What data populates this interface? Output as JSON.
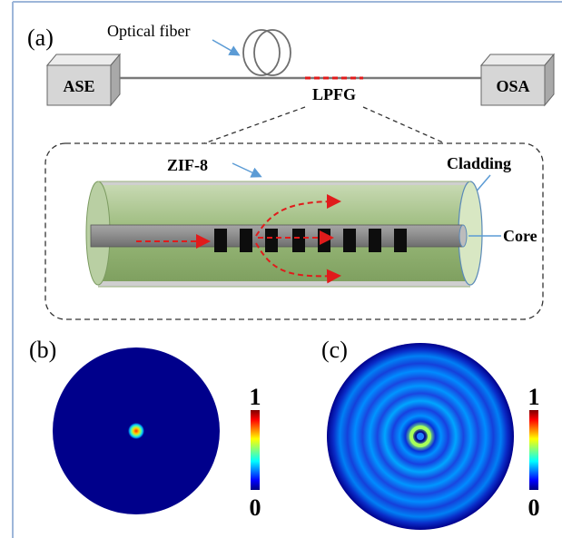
{
  "panel_a": {
    "letter": "(a)",
    "fiber_label": "Optical fiber",
    "source_label": "ASE",
    "analyzer_label": "OSA",
    "grating_label": "LPFG",
    "coating_label": "ZIF-8",
    "cladding_label": "Cladding",
    "core_label": "Core"
  },
  "panel_b": {
    "letter": "(b)",
    "scale_max": "1",
    "scale_min": "0"
  },
  "panel_c": {
    "letter": "(c)",
    "scale_max": "1",
    "scale_min": "0"
  },
  "colors": {
    "frame": "#9db6d9",
    "cladding_green": "#9fbf7f",
    "core_gray": "#8c8c8c",
    "box_gray": "#d6d6d6",
    "arrow_red": "#e01b1b",
    "pointer_blue": "#5b9bd5",
    "mode_background": "#00008b"
  }
}
